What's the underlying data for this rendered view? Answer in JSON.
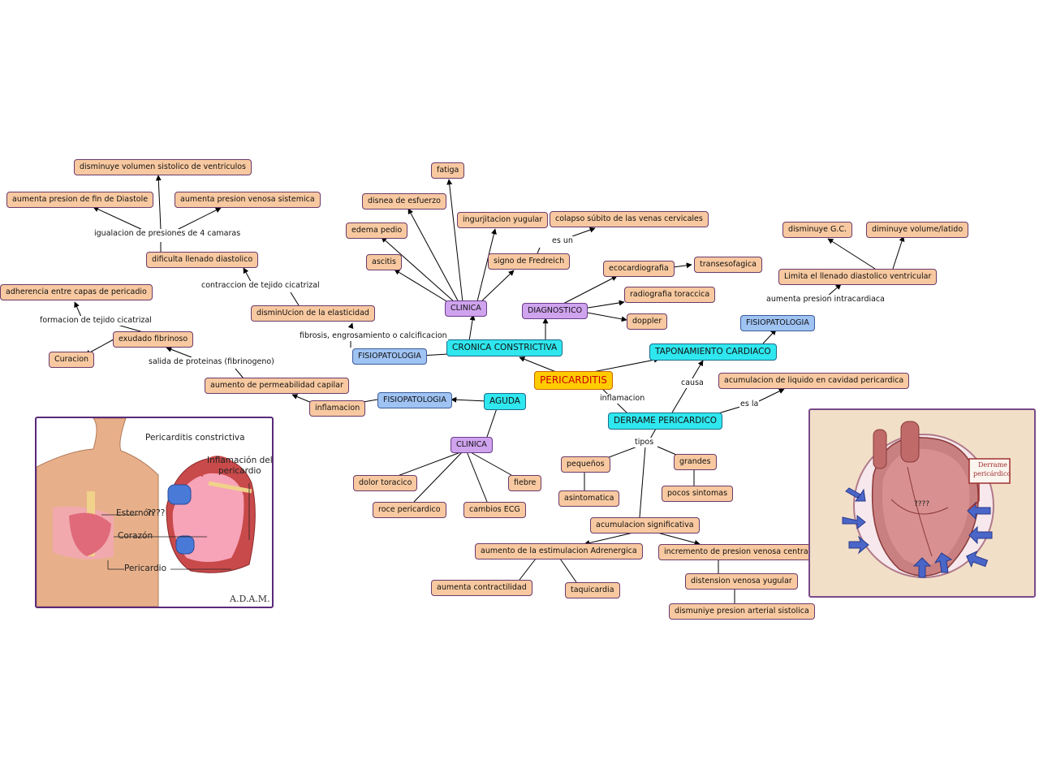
{
  "map": {
    "center": "PERICARDITIS",
    "cronica": "CRONICA CONSTRICTIVA",
    "aguda": "AGUDA",
    "taponamiento": "TAPONAMIENTO CARDIACO",
    "derrame": "DERRAME PERICARDICO",
    "fisio": "FISIOPATOLOGIA",
    "clinica": "CLINICA",
    "diagnostico": "DIAGNOSTICO",
    "fatiga": "fatiga",
    "disnea": "disnea de esfuerzo",
    "ingurgitacion": "ingurjitacion yugular",
    "edema": "edema pedio",
    "ascitis": "ascitis",
    "fredreich": "signo de Fredreich",
    "colapso": "colapso súbito de las venas cervicales",
    "eco": "ecocardiografia",
    "transeso": "transesofagica",
    "radio": "radiografia toraccica",
    "doppler": "doppler",
    "disminuyeVol": "disminuye volumen sistolico de ventriculos",
    "aumentaFin": "aumenta presion de fin de Diastole",
    "aumentaVenosa": "aumenta presion venosa sistemica",
    "dificulta": "dificulta llenado diastolico",
    "disminucion": "disminUcion de la elasticidad",
    "adherencia": "adherencia entre capas de pericadio",
    "exudado": "exudado fibrinoso",
    "curacion": "Curacion",
    "permeabilidad": "aumento de permeabilidad capilar",
    "inflamacion": "inflamacion",
    "dolor": "dolor toracico",
    "roce": "roce pericardico",
    "cambios": "cambios ECG",
    "fiebre": "fiebre",
    "disminuyeGC": "disminuye G.C.",
    "diminuyeLatido": "diminuye volume/latido",
    "limita": "Limita el llenado diastolico ventricular",
    "acumulacionLiq": "acumulacion de liquido en cavidad pericardica",
    "pequenos": "pequeños",
    "grandes": "grandes",
    "asintomatica": "asintomatica",
    "pocos": "pocos sintomas",
    "acumSig": "acumulacion significativa",
    "estimulacion": "aumento de la estimulacion Adrenergica",
    "incremento": "incremento de presion venosa central",
    "contractilidad": "aumenta contractilidad",
    "taquicardia": "taquicardia",
    "distension": "distension venosa yugular",
    "dismunuye": "dismuniye presion arterial sistolica"
  },
  "labels": {
    "esUn": "es un",
    "igualacion": "igualacion de presiones de 4 camaras",
    "contraccion": "contraccion de tejido cicatrizal",
    "formacion": "formacion de tejido cicatrizal",
    "fibrosis": "fibrosis, engrosamiento o calcificacion",
    "salida": "salida de proteinas (fibrinogeno)",
    "aumentaIntra": "aumenta presion intracardiaca",
    "causa": "causa",
    "inflamacion2": "inflamacion",
    "esLa": "es la",
    "tipos": "tipos"
  },
  "panel_left": {
    "title": "Pericarditis constrictiva",
    "inflamacion_l1": "Inflamación del",
    "inflamacion_l2": "pericardio",
    "esternon": "Esternón",
    "qmarks": "????",
    "corazon": "Corazón",
    "pericardio": "Pericardio",
    "logo": "A.D.A.M."
  },
  "panel_right": {
    "callout_l1": "Derrame",
    "callout_l2": "pericárdico",
    "qmarks": "????"
  },
  "colors": {
    "orange": "#f8c9a0",
    "purple": "#cfa3ee",
    "blue": "#9fc3f3",
    "cyan": "#2fe7ee",
    "center": "#ffcc00",
    "panel_right_bg": "#f2dfc8",
    "arrow_blue": "#4a66c8"
  }
}
